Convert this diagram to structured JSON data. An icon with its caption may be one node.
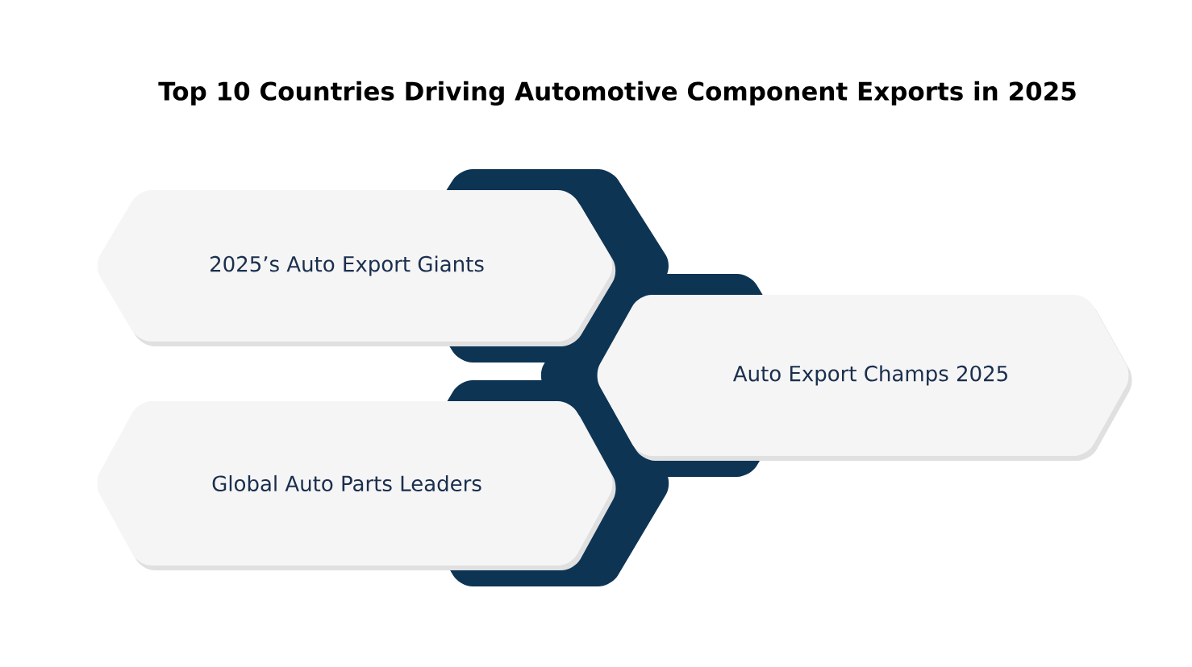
{
  "diagram": {
    "title": "Top 10 Countries Driving Automotive Component Exports in 2025",
    "nodes": [
      {
        "text": [
          "2025’s Auto Export Giants"
        ]
      },
      {
        "text": [
          "Auto Export Champs 2025"
        ]
      },
      {
        "text": [
          "Global Auto Parts Leaders"
        ]
      }
    ]
  }
}
